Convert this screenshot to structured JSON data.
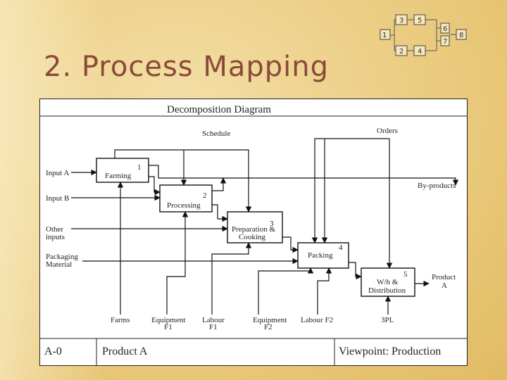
{
  "slide": {
    "title": "2. Process Mapping"
  },
  "mini_network": {
    "nodes": [
      "1",
      "2",
      "3",
      "4",
      "5",
      "6",
      "7",
      "8"
    ]
  },
  "diagram": {
    "heading": "Decomposition Diagram",
    "controls": {
      "schedule": "Schedule",
      "orders": "Orders"
    },
    "inputs": {
      "a": "Input A",
      "b": "Input B",
      "other1": "Other",
      "other2": "inputs",
      "pack1": "Packaging",
      "pack2": "Material"
    },
    "outputs": {
      "byproducts": "By-products",
      "product1": "Product",
      "product2": "A"
    },
    "activities": [
      {
        "num": "1",
        "label": "Farming"
      },
      {
        "num": "2",
        "label": "Processing"
      },
      {
        "num": "3",
        "label1": "Preparation &",
        "label2": "Cooking"
      },
      {
        "num": "4",
        "label": "Packing"
      },
      {
        "num": "5",
        "label1": "W/h &",
        "label2": "Distribution"
      }
    ],
    "mechanisms": {
      "farms": "Farms",
      "equip_f1_a": "Equipment",
      "equip_f1_b": "F1",
      "labour_f1_a": "Labour",
      "labour_f1_b": "F1",
      "equip_f2_a": "Equipment",
      "equip_f2_b": "F2",
      "labour_f2": "Labour F2",
      "tpl": "3PL"
    },
    "footer": {
      "node": "A-0",
      "title": "Product A",
      "viewpoint": "Viewpoint: Production"
    }
  }
}
